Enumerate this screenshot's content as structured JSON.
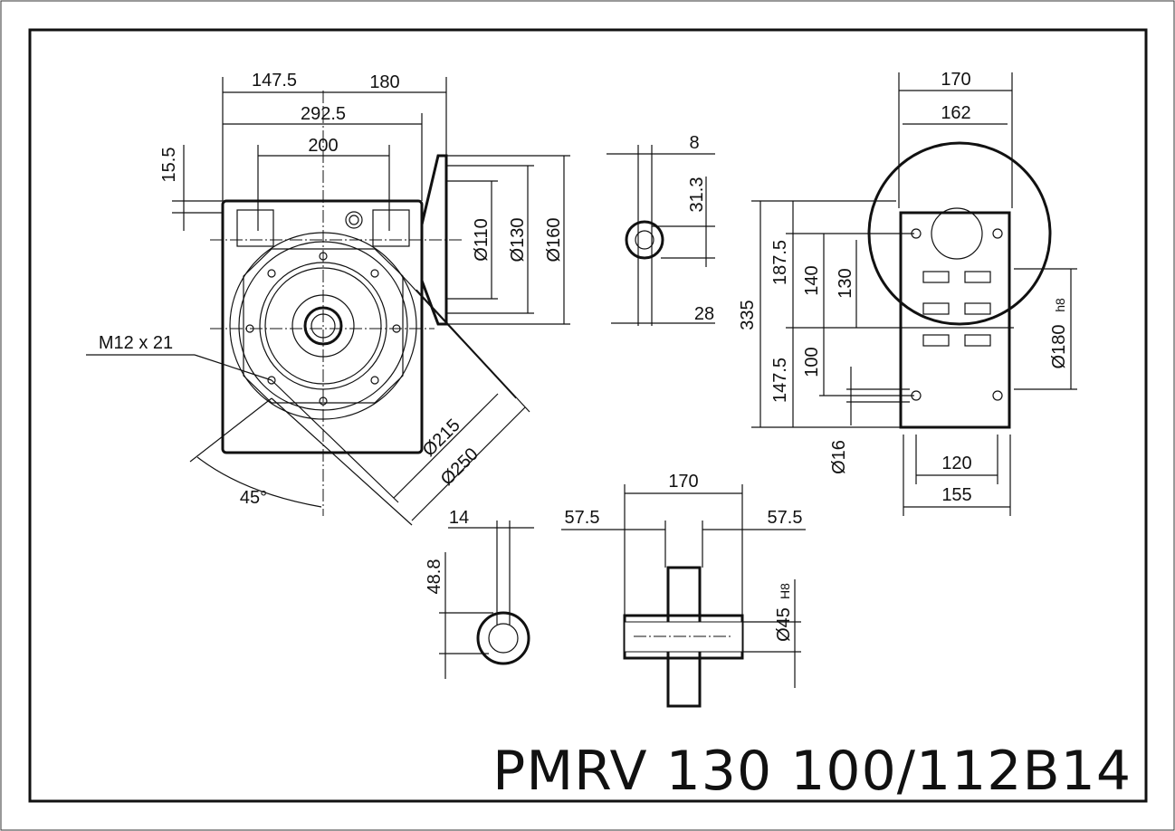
{
  "title": "PMRV 130 100/112B14",
  "front_view": {
    "dim_147_5": "147.5",
    "dim_180": "180",
    "dim_292_5": "292.5",
    "dim_200": "200",
    "dim_15_5": "15.5",
    "dia_110": "Ø110",
    "dia_130": "Ø130",
    "dia_160": "Ø160",
    "thread": "M12 x 21",
    "dia_215": "Ø215",
    "dia_250": "Ø250",
    "angle": "45°"
  },
  "input_shaft": {
    "dim_8": "8",
    "dim_31_3": "31.3",
    "dim_28": "28"
  },
  "side_view": {
    "dim_170": "170",
    "dim_162": "162",
    "dim_187_5": "187.5",
    "dim_140": "140",
    "dim_130": "130",
    "dim_335": "335",
    "dim_147_5": "147.5",
    "dim_100": "100",
    "dia_180": "Ø180",
    "fit_h8": "h8",
    "dia_16": "Ø16",
    "dim_120": "120",
    "dim_155": "155"
  },
  "output_shaft": {
    "dim_14": "14",
    "dim_48_8": "48.8"
  },
  "hollow_shaft": {
    "dim_170": "170",
    "dim_57_5_left": "57.5",
    "dim_57_5_right": "57.5",
    "dia_45": "Ø45",
    "fit_H8": "H8"
  }
}
